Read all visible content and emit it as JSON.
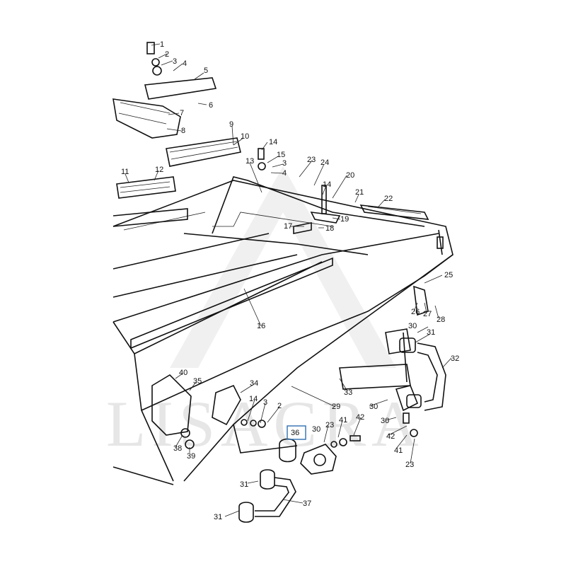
{
  "diagram": {
    "watermark": "LISACRA",
    "highlighted_part": "36",
    "labels": [
      {
        "id": "l1",
        "text": "1"
      },
      {
        "id": "l2",
        "text": "2"
      },
      {
        "id": "l3",
        "text": "3"
      },
      {
        "id": "l4",
        "text": "4"
      },
      {
        "id": "l5",
        "text": "5"
      },
      {
        "id": "l6",
        "text": "6"
      },
      {
        "id": "l7",
        "text": "7"
      },
      {
        "id": "l8",
        "text": "8"
      },
      {
        "id": "l9",
        "text": "9"
      },
      {
        "id": "l10",
        "text": "10"
      },
      {
        "id": "l11",
        "text": "11"
      },
      {
        "id": "l12",
        "text": "12"
      },
      {
        "id": "l13",
        "text": "13"
      },
      {
        "id": "l14a",
        "text": "14"
      },
      {
        "id": "l15",
        "text": "15"
      },
      {
        "id": "l3b",
        "text": "3"
      },
      {
        "id": "l4b",
        "text": "4"
      },
      {
        "id": "l23a",
        "text": "23"
      },
      {
        "id": "l24",
        "text": "24"
      },
      {
        "id": "l20",
        "text": "20"
      },
      {
        "id": "l14b",
        "text": "14"
      },
      {
        "id": "l21",
        "text": "21"
      },
      {
        "id": "l22",
        "text": "22"
      },
      {
        "id": "l19",
        "text": "19"
      },
      {
        "id": "l17",
        "text": "17"
      },
      {
        "id": "l18",
        "text": "18"
      },
      {
        "id": "l25",
        "text": "25"
      },
      {
        "id": "l26",
        "text": "26"
      },
      {
        "id": "l27",
        "text": "27"
      },
      {
        "id": "l28",
        "text": "28"
      },
      {
        "id": "l16",
        "text": "16"
      },
      {
        "id": "l30a",
        "text": "30"
      },
      {
        "id": "l31a",
        "text": "31"
      },
      {
        "id": "l32",
        "text": "32"
      },
      {
        "id": "l40",
        "text": "40"
      },
      {
        "id": "l35",
        "text": "35"
      },
      {
        "id": "l34",
        "text": "34"
      },
      {
        "id": "l33",
        "text": "33"
      },
      {
        "id": "l30b",
        "text": "30"
      },
      {
        "id": "l29",
        "text": "29"
      },
      {
        "id": "l30c",
        "text": "30"
      },
      {
        "id": "l14c",
        "text": "14"
      },
      {
        "id": "l3c",
        "text": "3"
      },
      {
        "id": "l2b",
        "text": "2"
      },
      {
        "id": "l42a",
        "text": "42"
      },
      {
        "id": "l41a",
        "text": "41"
      },
      {
        "id": "l23b",
        "text": "23"
      },
      {
        "id": "l30d",
        "text": "30"
      },
      {
        "id": "l36",
        "text": "36"
      },
      {
        "id": "l42b",
        "text": "42"
      },
      {
        "id": "l41b",
        "text": "41"
      },
      {
        "id": "l23c",
        "text": "23"
      },
      {
        "id": "l38",
        "text": "38"
      },
      {
        "id": "l39",
        "text": "39"
      },
      {
        "id": "l31b",
        "text": "31"
      },
      {
        "id": "l37",
        "text": "37"
      },
      {
        "id": "l31c",
        "text": "31"
      }
    ]
  }
}
